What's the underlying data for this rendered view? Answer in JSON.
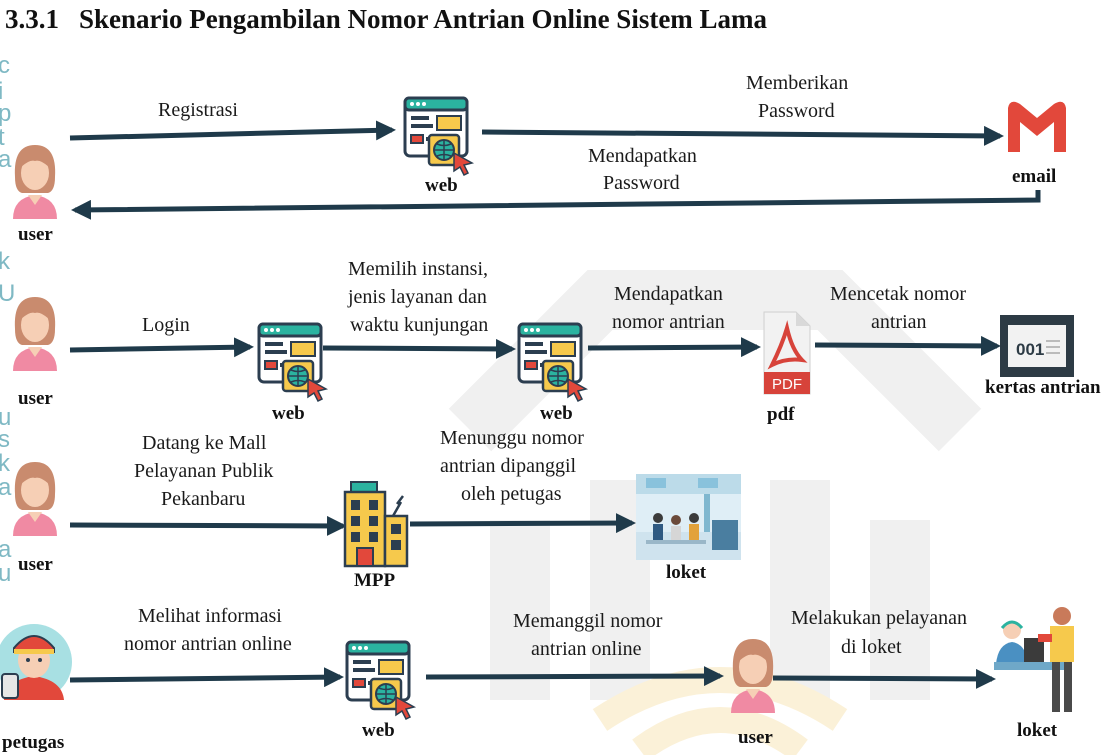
{
  "title": {
    "number": "3.3.1",
    "text": "Skenario Pengambilan Nomor Antrian Online Sistem Lama"
  },
  "watermark_side": [
    "c",
    "i",
    "p",
    "t",
    "a",
    "",
    "",
    "",
    "",
    "k",
    "",
    "U",
    "",
    "",
    "",
    "",
    "",
    "u",
    "s",
    "k",
    "a",
    "",
    "",
    "a",
    "u"
  ],
  "labels": {
    "registrasi": "Registrasi",
    "memberikan": [
      "Memberikan",
      "Password"
    ],
    "mendapatkan_password": [
      "Mendapatkan",
      "Password"
    ],
    "login": "Login",
    "memilih": [
      "Memilih instansi,",
      "jenis layanan dan",
      "waktu kunjungan"
    ],
    "mendapatkan_nomor": [
      "Mendapatkan",
      "nomor antrian"
    ],
    "mencetak": [
      "Mencetak nomor",
      "antrian"
    ],
    "datang": [
      "Datang ke Mall",
      "Pelayanan Publik",
      "Pekanbaru"
    ],
    "menunggu": [
      "Menunggu nomor",
      "antrian dipanggil",
      "oleh petugas"
    ],
    "melihat": [
      "Melihat informasi",
      "nomor antrian online"
    ],
    "memanggil": [
      "Memanggil nomor",
      "antrian online"
    ],
    "melakukan": [
      "Melakukan pelayanan",
      "di loket"
    ]
  },
  "nodes": {
    "user1": "user",
    "web1": "web",
    "email": "email",
    "user2": "user",
    "web2": "web",
    "web3": "web",
    "pdf": "pdf",
    "kertas": "kertas antrian",
    "user3": "user",
    "mpp": "MPP",
    "loket1": "loket",
    "petugas": "petugas",
    "web4": "web",
    "user4": "user",
    "loket2": "loket"
  },
  "icons": {
    "pdf_text": "PDF",
    "ticket_text": "001"
  },
  "colors": {
    "arrow": "#1f3a4a",
    "web_frame": "#2c3e50",
    "web_header": "#2bb3a0",
    "web_panel": "#f6c94c",
    "email_red": "#e2483b",
    "pdf_red": "#d7433a",
    "skin": "#f6cfb5",
    "hair": "#c98b6e",
    "shirt": "#f08aa3",
    "watermark": "#f2f2f2"
  }
}
